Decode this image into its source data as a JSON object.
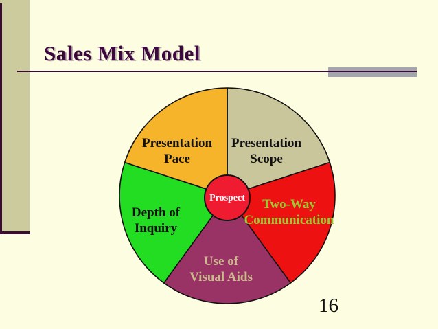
{
  "slide": {
    "title": "Sales Mix Model",
    "page_number": "16"
  },
  "palette": {
    "background": "#FDFDE2",
    "sidebar_bar": "#CBCB9D",
    "accent_line": "#3A0C34",
    "gray_bar": "#A5A5AD",
    "title_color": "#3D083D",
    "page_number_color": "#111111"
  },
  "chart_data": {
    "type": "pie",
    "title": "Sales Mix Model",
    "layout": "five equal 72-degree slices clockwise from 12 o'clock, central hub circle",
    "center": {
      "label": "Prospect",
      "color": "#EE1B31",
      "label_color": "#FFFFFF"
    },
    "segments": [
      {
        "label": "Presentation Scope",
        "line1": "Presentation",
        "line2": "Scope",
        "value_pct": 20,
        "color": "#CAC69C",
        "label_color": "#111111"
      },
      {
        "label": "Two-Way Communication",
        "line1": "Two-Way",
        "line2": "Communication",
        "value_pct": 20,
        "color": "#EE1111",
        "label_color": "#99CC33"
      },
      {
        "label": "Use of Visual Aids",
        "line1": "Use of",
        "line2": "Visual Aids",
        "value_pct": 20,
        "color": "#993366",
        "label_color": "#CDB98E"
      },
      {
        "label": "Depth of Inquiry",
        "line1": "Depth of",
        "line2": "Inquiry",
        "value_pct": 20,
        "color": "#22DD22",
        "label_color": "#111111"
      },
      {
        "label": "Presentation Pace",
        "line1": "Presentation",
        "line2": "Pace",
        "value_pct": 20,
        "color": "#F6B42A",
        "label_color": "#111111"
      }
    ],
    "outline_color": "#111111"
  }
}
